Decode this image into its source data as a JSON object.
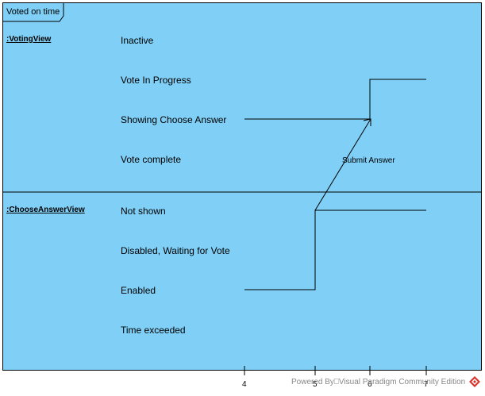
{
  "frame": {
    "title": "Voted on time"
  },
  "lifelines": [
    {
      "name": ":VotingView",
      "states": [
        "Inactive",
        "Vote In Progress",
        "Showing Choose Answer",
        "Vote complete"
      ]
    },
    {
      "name": ":ChooseAnswerView",
      "states": [
        "Not shown",
        "Disabled, Waiting for Vote",
        "Enabled",
        "Time exceeded"
      ]
    }
  ],
  "message": {
    "label": "Submit Answer"
  },
  "timeline": {
    "ticks": [
      "4",
      "5",
      "6",
      "7"
    ]
  },
  "footer": {
    "text": "Powered By⎕Visual Paradigm Community Edition"
  },
  "colors": {
    "frame_fill": "#7fcff6",
    "line": "#000000",
    "logo": "#d9342b"
  }
}
